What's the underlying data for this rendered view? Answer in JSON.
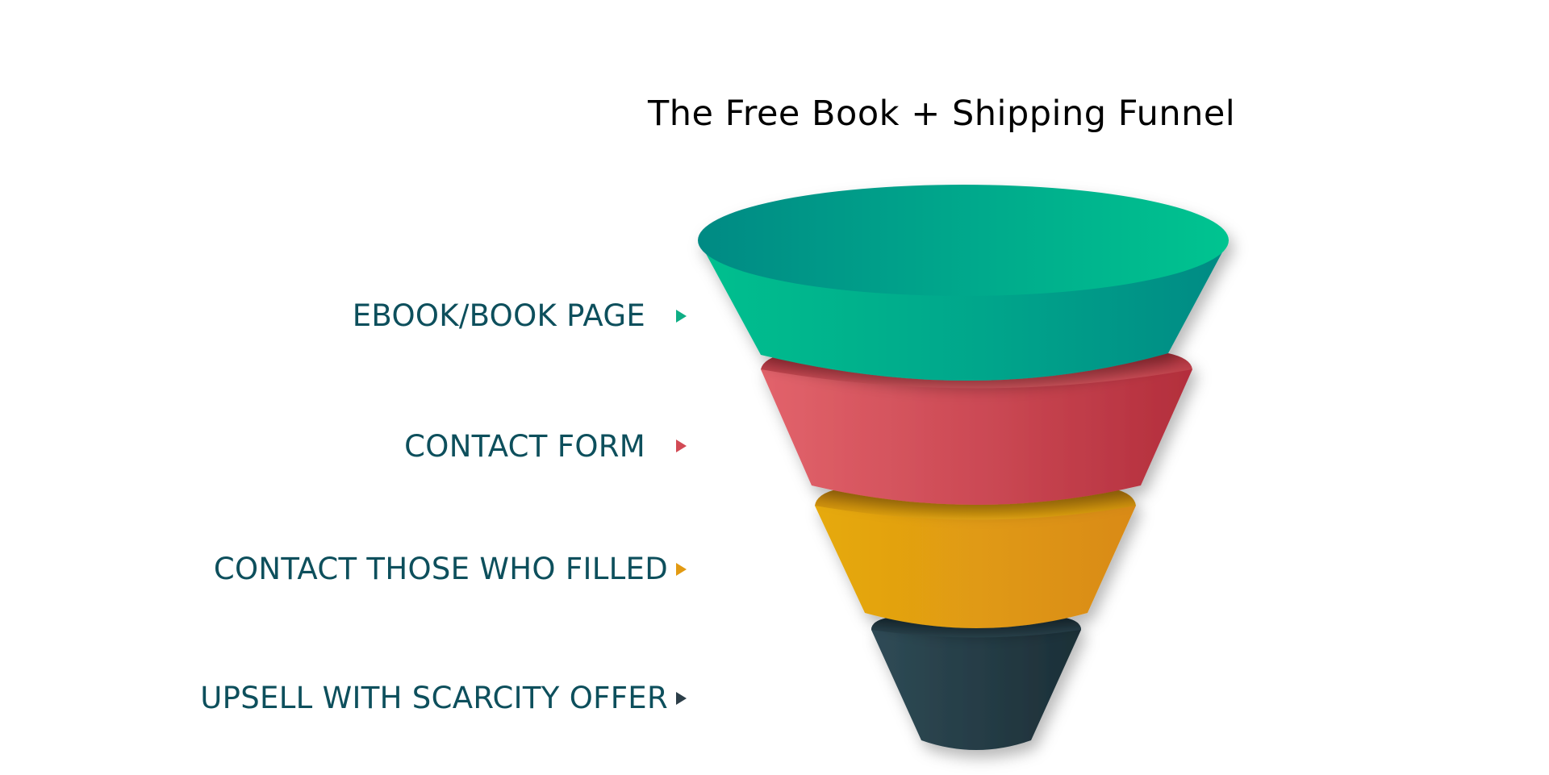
{
  "title": "The Free Book + Shipping Funnel",
  "stages": [
    {
      "label": "EBOOK/BOOK PAGE",
      "color": "#00b58a",
      "arrow_color": "#0fae85"
    },
    {
      "label": "CONTACT FORM",
      "color": "#d4505a",
      "arrow_color": "#d24a55"
    },
    {
      "label": "CONTACT THOSE WHO FILLED",
      "color": "#e09c14",
      "arrow_color": "#e29a12"
    },
    {
      "label": "UPSELL WITH SCARCITY OFFER",
      "color": "#263f4a",
      "arrow_color": "#2c3e48"
    }
  ],
  "colors": {
    "label_text": "#0d4f5c",
    "title_text": "#000000"
  }
}
